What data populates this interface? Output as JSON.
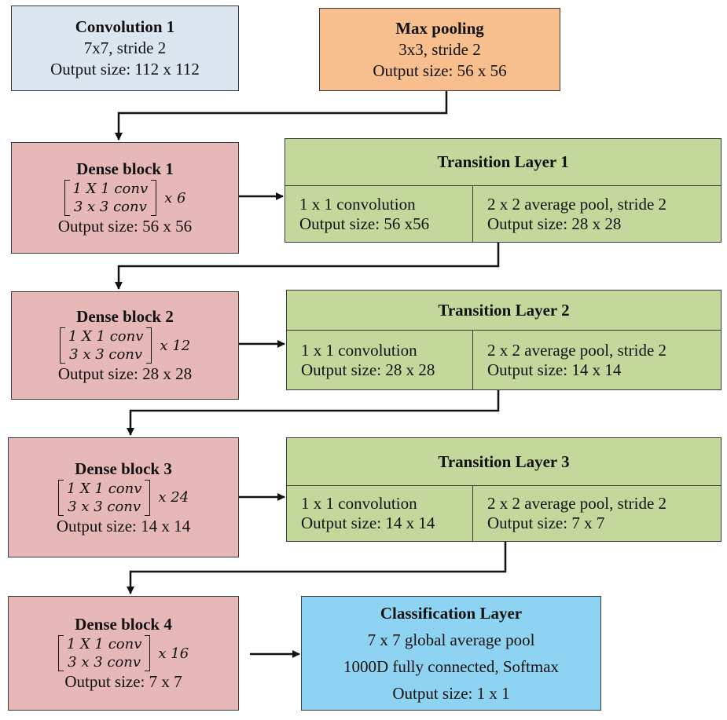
{
  "conv1": {
    "title": "Convolution 1",
    "line1": "7x7, stride 2",
    "line2": "Output size: 112 x 112"
  },
  "maxpool": {
    "title": "Max pooling",
    "line1": "3x3, stride 2",
    "line2": "Output size: 56 x 56"
  },
  "dense_blocks": [
    {
      "title": "Dense block 1",
      "row1": "1 X 1  conv",
      "row2": "3 x 3 conv",
      "mult": "x 6",
      "output": "Output size: 56 x 56"
    },
    {
      "title": "Dense block 2",
      "row1": "1 X 1  conv",
      "row2": "3 x 3 conv",
      "mult": "x 12",
      "output": "Output size: 28 x 28"
    },
    {
      "title": "Dense block 3",
      "row1": "1 X 1  conv",
      "row2": "3 x 3 conv",
      "mult": "x 24",
      "output": "Output size: 14 x 14"
    },
    {
      "title": "Dense block 4",
      "row1": "1 X 1  conv",
      "row2": "3 x 3 conv",
      "mult": "x 16",
      "output": "Output size: 7 x 7"
    }
  ],
  "transitions": [
    {
      "title": "Transition Layer 1",
      "left1": "1 x 1 convolution",
      "left2": "Output size: 56 x56",
      "right1": "2 x 2 average pool, stride 2",
      "right2": "Output size: 28 x 28"
    },
    {
      "title": "Transition Layer 2",
      "left1": "1 x 1 convolution",
      "left2": "Output size: 28 x 28",
      "right1": "2 x 2 average pool, stride 2",
      "right2": "Output size: 14 x 14"
    },
    {
      "title": "Transition Layer 3",
      "left1": "1 x 1 convolution",
      "left2": "Output size: 14 x 14",
      "right1": "2 x 2 average pool, stride 2",
      "right2": "Output size: 7 x 7"
    }
  ],
  "classification": {
    "title": "Classification Layer",
    "line1": "7 x 7 global average pool",
    "line2": "1000D fully connected, Softmax",
    "line3": "Output size:  1 x 1"
  },
  "colors": {
    "conv": "#dce6f1",
    "pool": "#f8bf8e",
    "dense": "#e6b8b7",
    "transition": "#c4d89c",
    "classification": "#8fd3f2",
    "arrow": "#111111"
  }
}
